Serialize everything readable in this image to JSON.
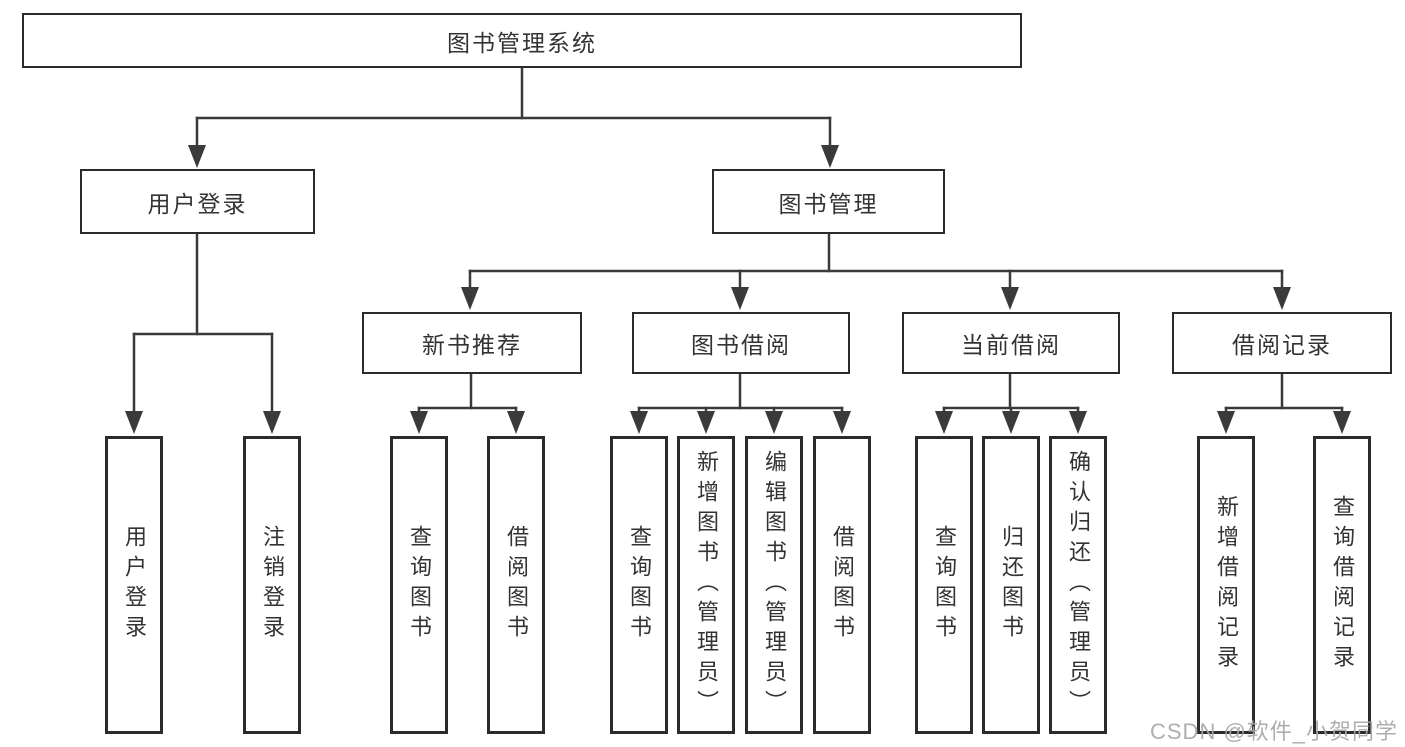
{
  "nodes": {
    "root": {
      "label": "图书管理系统"
    },
    "level1": [
      {
        "label": "用户登录"
      },
      {
        "label": "图书管理"
      }
    ],
    "level2": [
      {
        "label": "新书推荐",
        "parent": "图书管理"
      },
      {
        "label": "图书借阅",
        "parent": "图书管理"
      },
      {
        "label": "当前借阅",
        "parent": "图书管理"
      },
      {
        "label": "借阅记录",
        "parent": "图书管理"
      }
    ],
    "level3": [
      {
        "label": "用户登录",
        "parent": "用户登录"
      },
      {
        "label": "注销登录",
        "parent": "用户登录"
      },
      {
        "label": "查询图书",
        "parent": "新书推荐"
      },
      {
        "label": "借阅图书",
        "parent": "新书推荐"
      },
      {
        "label": "查询图书",
        "parent": "图书借阅"
      },
      {
        "label": "新增图书（管理员）",
        "parent": "图书借阅"
      },
      {
        "label": "编辑图书（管理员）",
        "parent": "图书借阅"
      },
      {
        "label": "借阅图书",
        "parent": "图书借阅"
      },
      {
        "label": "查询图书",
        "parent": "当前借阅"
      },
      {
        "label": "归还图书",
        "parent": "当前借阅"
      },
      {
        "label": "确认归还（管理员）",
        "parent": "当前借阅"
      },
      {
        "label": "新增借阅记录",
        "parent": "借阅记录"
      },
      {
        "label": "查询借阅记录",
        "parent": "借阅记录"
      }
    ]
  },
  "watermark": {
    "text": "CSDN @软件_小贺同学"
  },
  "colors": {
    "line": "#3a3a3a",
    "border": "#2b2b2b",
    "text": "#333333",
    "watermark": "#a8a8a8",
    "background": "#ffffff"
  }
}
